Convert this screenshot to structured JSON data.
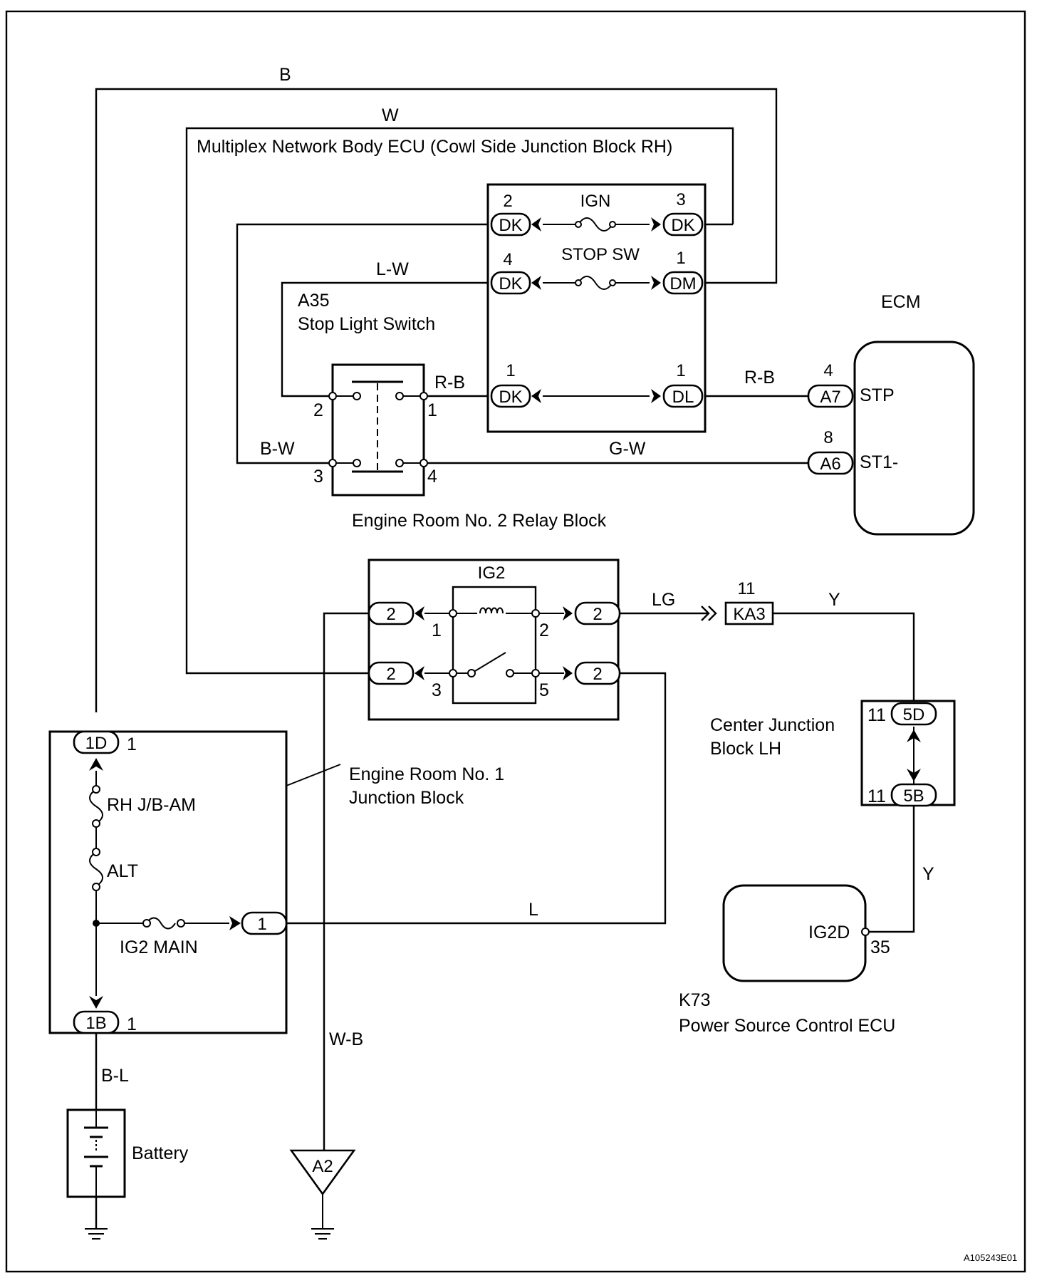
{
  "title": "Multiplex Network Body ECU (Cowl Side Junction Block RH)",
  "figure_id": "A105243E01",
  "wire_colors": {
    "b": "B",
    "w": "W",
    "lw": "L-W",
    "bw": "B-W",
    "rb_left": "R-B",
    "rb_right": "R-B",
    "gw": "G-W",
    "lg": "LG",
    "y_top": "Y",
    "y_bottom": "Y",
    "l": "L",
    "wb": "W-B",
    "bl": "B-L"
  },
  "body_ecu": {
    "ign": "IGN",
    "stop_sw": "STOP SW",
    "pins": {
      "p2": "2",
      "p3": "3",
      "p4": "4",
      "p1a": "1",
      "p1b": "1",
      "p1c": "1"
    },
    "connectors": {
      "c1": "DK",
      "c2": "DK",
      "c3": "DK",
      "c4": "DM",
      "c5": "DK",
      "c6": "DL"
    }
  },
  "stop_light_switch": {
    "code": "A35",
    "name": "Stop Light Switch",
    "pins": {
      "p1": "1",
      "p2": "2",
      "p3": "3",
      "p4": "4"
    }
  },
  "ecm": {
    "label": "ECM",
    "stp": "STP",
    "st1": "ST1-",
    "pin_stp": "4",
    "pin_st1": "8",
    "conn_stp": "A7",
    "conn_st1": "A6"
  },
  "relay_block_2": {
    "name": "Engine Room No. 2 Relay Block",
    "relay": "IG2",
    "conns": {
      "a": "2",
      "b": "2",
      "c": "2",
      "d": "2"
    },
    "pins": {
      "p1": "1",
      "p2": "2",
      "p3": "3",
      "p5": "5"
    }
  },
  "ka3": {
    "pin": "11",
    "label": "KA3"
  },
  "center_jb": {
    "line1": "Center Junction",
    "line2": "Block LH",
    "pin_top": "11",
    "conn_top": "5D",
    "pin_bottom": "11",
    "conn_bottom": "5B"
  },
  "power_ecu": {
    "pin_label": "IG2D",
    "pin": "35",
    "code": "K73",
    "name": "Power Source Control ECU"
  },
  "jb1": {
    "line1": "Engine Room No. 1",
    "line2": "Junction Block",
    "conn_top": "1D",
    "pin_top": "1",
    "conn_bottom": "1B",
    "pin_bottom": "1",
    "conn_mid": "1",
    "fuses": {
      "rh_jb_am": "RH J/B-AM",
      "alt": "ALT",
      "ig2_main": "IG2 MAIN"
    }
  },
  "battery": "Battery",
  "ground": "A2"
}
